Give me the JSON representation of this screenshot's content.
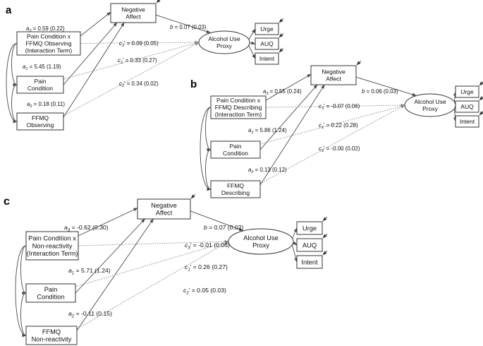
{
  "panels": [
    {
      "letter": "a",
      "moderator": [
        "Pain Condition x",
        "FFMQ Observing",
        "(Interaction Term)"
      ],
      "pain": [
        "Pain",
        "Condition"
      ],
      "facet": [
        "FFMQ",
        "Observing"
      ],
      "mediator": [
        "Negative",
        "Affect"
      ],
      "outcome": [
        "Alcohol Use",
        "Proxy"
      ],
      "indicators": [
        "Urge",
        "AUQ",
        "Intent"
      ],
      "paths": {
        "a3": {
          "sym": "a",
          "sub": "3",
          "prime": "",
          "val": " = 0.59 (0.22)"
        },
        "a1": {
          "sym": "a",
          "sub": "1",
          "prime": "",
          "val": " = 5.45 (1.19)"
        },
        "a2": {
          "sym": "a",
          "sub": "2",
          "prime": "",
          "val": " = 0.18 (0.11)"
        },
        "b": {
          "sym": "b",
          "sub": "",
          "prime": "",
          "val": " = 0.07 (0.03)"
        },
        "c3": {
          "sym": "c",
          "sub": "3",
          "prime": "'",
          "val": " = 0.09 (0.05)"
        },
        "c1": {
          "sym": "c",
          "sub": "1",
          "prime": "'",
          "val": " = 0.33 (0.27)"
        },
        "c2": {
          "sym": "c",
          "sub": "2",
          "prime": "'",
          "val": " = 0.34 (0.02)"
        }
      }
    },
    {
      "letter": "b",
      "moderator": [
        "Pain Condition x",
        "FFMQ Describing",
        "(Interaction Term)"
      ],
      "pain": [
        "Pain",
        "Condition"
      ],
      "facet": [
        "FFMQ",
        "Describing"
      ],
      "mediator": [
        "Negative",
        "Affect"
      ],
      "outcome": [
        "Alcohol Use",
        "Proxy"
      ],
      "indicators": [
        "Urge",
        "AUQ",
        "Intent"
      ],
      "paths": {
        "a3": {
          "sym": "a",
          "sub": "3",
          "prime": "",
          "val": " = 0.55 (0.24)"
        },
        "a1": {
          "sym": "a",
          "sub": "1",
          "prime": "",
          "val": " = 5.86 (1.24)"
        },
        "a2": {
          "sym": "a",
          "sub": "2",
          "prime": "",
          "val": " = 0.13 (0.12)"
        },
        "b": {
          "sym": "b",
          "sub": "",
          "prime": "",
          "val": " = 0.06 (0.03)"
        },
        "c3": {
          "sym": "c",
          "sub": "3",
          "prime": "'",
          "val": " = -0.07 (0.06)"
        },
        "c1": {
          "sym": "c",
          "sub": "1",
          "prime": "'",
          "val": " = 0.22 (0.28)"
        },
        "c2": {
          "sym": "c",
          "sub": "2",
          "prime": "'",
          "val": " = -0.00 (0.02)"
        }
      }
    },
    {
      "letter": "c",
      "moderator": [
        "Pain Condition x",
        "Non-reactivity",
        "(Interaction Term)"
      ],
      "pain": [
        "Pain",
        "Condition"
      ],
      "facet": [
        "FFMQ",
        "Non-reactivity"
      ],
      "mediator": [
        "Negative",
        "Affect"
      ],
      "outcome": [
        "Alcohol Use",
        "Proxy"
      ],
      "indicators": [
        "Urge",
        "AUQ",
        "Intent"
      ],
      "paths": {
        "a3": {
          "sym": "a",
          "sub": "3",
          "prime": "",
          "val": " = -0.62 (0.30)"
        },
        "a1": {
          "sym": "a",
          "sub": "1",
          "prime": "",
          "val": " = 5.71 (1.24)"
        },
        "a2": {
          "sym": "a",
          "sub": "2",
          "prime": "",
          "val": " = -0.11 (0.15)"
        },
        "b": {
          "sym": "b",
          "sub": "",
          "prime": "",
          "val": " = 0.07 (0.02)"
        },
        "c3": {
          "sym": "c",
          "sub": "3",
          "prime": "'",
          "val": " = -0.01 (0.06)"
        },
        "c1": {
          "sym": "c",
          "sub": "1",
          "prime": "'",
          "val": " = 0.26 (0.27)"
        },
        "c2": {
          "sym": "c",
          "sub": "2",
          "prime": "'",
          "val": " = 0.05 (0.03)"
        }
      }
    }
  ]
}
